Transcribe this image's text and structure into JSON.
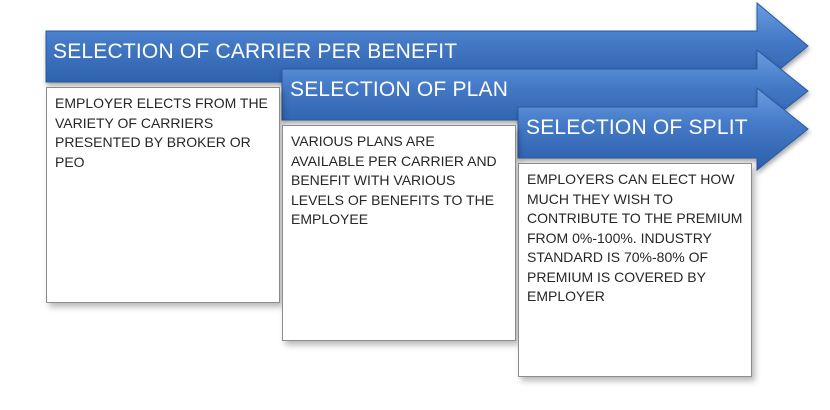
{
  "steps": [
    {
      "title": "SELECTION OF CARRIER PER BENEFIT",
      "body": "EMPLOYER ELECTS FROM THE VARIETY OF CARRIERS PRESENTED BY BROKER OR PEO"
    },
    {
      "title": "SELECTION OF PLAN",
      "body": "VARIOUS PLANS ARE AVAILABLE PER CARRIER AND BENEFIT WITH VARIOUS LEVELS OF BENEFITS TO THE EMPLOYEE"
    },
    {
      "title": "SELECTION OF SPLIT",
      "body": "EMPLOYERS CAN ELECT HOW MUCH THEY WISH TO CONTRIBUTE TO THE PREMIUM FROM 0%-100%. INDUSTRY STANDARD IS 70%-80% OF PREMIUM IS COVERED BY EMPLOYER"
    }
  ],
  "colors": {
    "arrow_top": "#5b8fd6",
    "arrow_bottom": "#2e63b0",
    "arrow_edge": "#2a5a9e",
    "box_border": "#8c8c8c",
    "text": "#262626"
  },
  "icons": [
    "chevron-arrow-shape"
  ]
}
